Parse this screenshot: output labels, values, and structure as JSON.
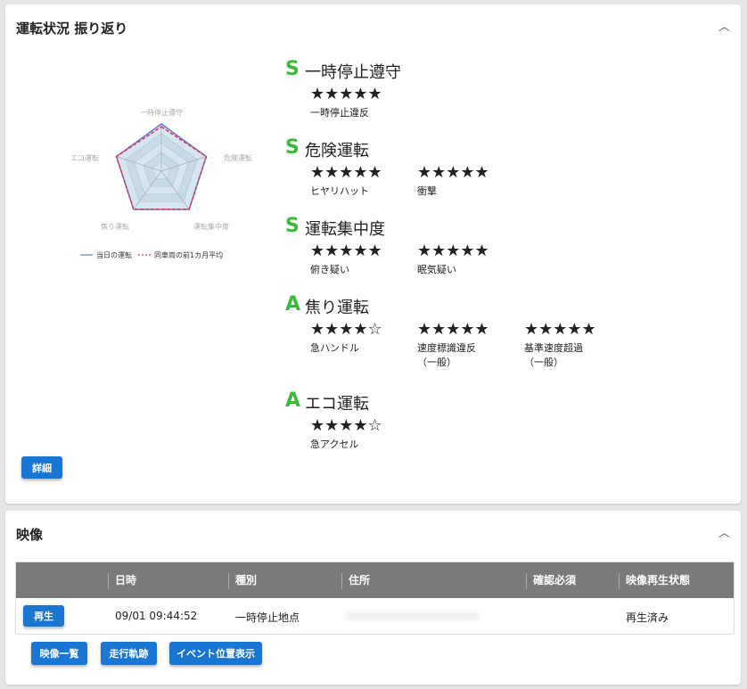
{
  "review": {
    "title": "運転状況 振り返り",
    "detail_button": "詳細",
    "scores": [
      {
        "grade": "S",
        "name": "一時停止遵守",
        "items": [
          {
            "stars": "★★★★★",
            "label": "一時停止違反"
          }
        ]
      },
      {
        "grade": "S",
        "name": "危険運転",
        "items": [
          {
            "stars": "★★★★★",
            "label": "ヒヤリハット"
          },
          {
            "stars": "★★★★★",
            "label": "衝撃"
          }
        ]
      },
      {
        "grade": "S",
        "name": "運転集中度",
        "items": [
          {
            "stars": "★★★★★",
            "label": "俯き疑い"
          },
          {
            "stars": "★★★★★",
            "label": "眠気疑い"
          }
        ]
      },
      {
        "grade": "A",
        "name": "焦り運転",
        "items": [
          {
            "stars": "★★★★☆",
            "label": "急ハンドル"
          },
          {
            "stars": "★★★★★",
            "label": "速度標識違反\n（一般）"
          },
          {
            "stars": "★★★★★",
            "label": "基準速度超過\n（一般）"
          }
        ]
      },
      {
        "grade": "A",
        "name": "エコ運転",
        "items": [
          {
            "stars": "★★★★☆",
            "label": "急アクセル"
          }
        ]
      }
    ]
  },
  "chart_data": {
    "type": "radar",
    "categories": [
      "一時停止遵守",
      "危険運転",
      "運転集中度",
      "焦り運転",
      "エコ運転"
    ],
    "range": [
      0,
      5
    ],
    "series": [
      {
        "name": "当日の運転",
        "values": [
          5,
          5,
          5,
          5,
          5
        ],
        "color": "#5b7fd6"
      },
      {
        "name": "同車両の前1カ月平均",
        "values": [
          4.7,
          5,
          5,
          5,
          5
        ],
        "color": "#e8304a"
      }
    ]
  },
  "video": {
    "title": "映像",
    "columns": [
      "日時",
      "種別",
      "住所",
      "確認必須",
      "映像再生状態"
    ],
    "rows": [
      {
        "play": "再生",
        "datetime": "09/01 09:44:52",
        "type": "一時停止地点",
        "address": "",
        "confirm": "",
        "status": "再生済み"
      }
    ],
    "buttons": [
      "映像一覧",
      "走行軌跡",
      "イベント位置表示"
    ]
  }
}
